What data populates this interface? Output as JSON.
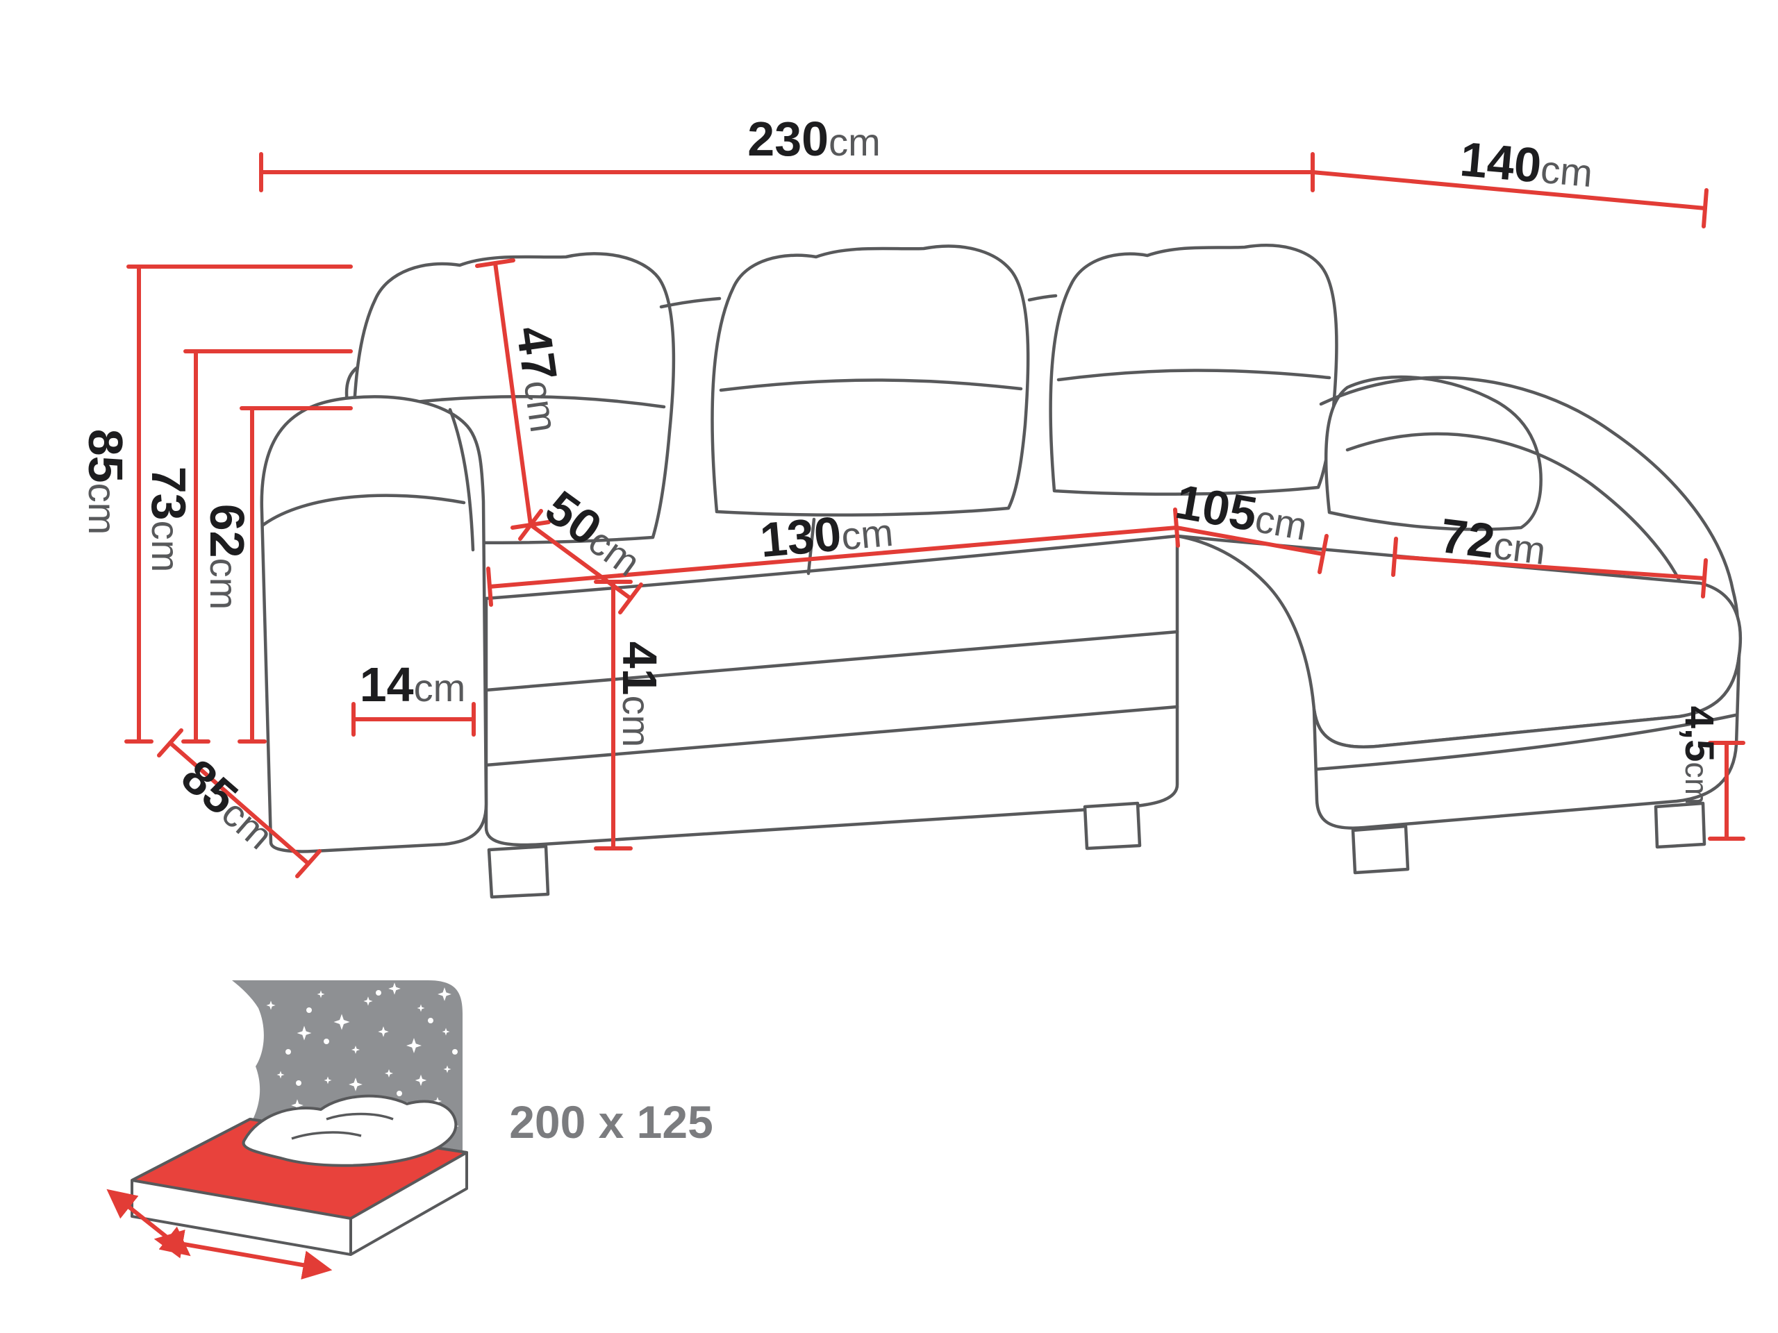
{
  "sofa_diagram": {
    "dimensions": {
      "total_width": {
        "value": "230",
        "unit": "cm"
      },
      "side_depth": {
        "value": "140",
        "unit": "cm"
      },
      "height_total": {
        "value": "85",
        "unit": "cm"
      },
      "height_backrest": {
        "value": "73",
        "unit": "cm"
      },
      "height_armrest": {
        "value": "62",
        "unit": "cm"
      },
      "depth_overall": {
        "value": "85",
        "unit": "cm"
      },
      "armrest_width": {
        "value": "14",
        "unit": "cm"
      },
      "backrest_cushion": {
        "value": "47",
        "unit": "cm"
      },
      "seat_depth": {
        "value": "50",
        "unit": "cm"
      },
      "seat_width": {
        "value": "130",
        "unit": "cm"
      },
      "corner_seat_width": {
        "value": "105",
        "unit": "cm"
      },
      "chaise_seat_width": {
        "value": "72",
        "unit": "cm"
      },
      "seat_height": {
        "value": "41",
        "unit": "cm"
      },
      "leg_height": {
        "value": "4,5",
        "unit": "cm"
      }
    },
    "sleeping_area": {
      "size_label": "200 x 125"
    },
    "icons": {
      "bottom_left": "sofa-bed-sleeping-area-icon"
    },
    "colors": {
      "outline_gray": "#58595b",
      "dimension_red": "#e23c36",
      "mattress_red": "#e8423c",
      "backdrop_gray": "#8e9093",
      "text_dark": "#1d1d1f",
      "text_gray": "#7b7c7f"
    }
  }
}
